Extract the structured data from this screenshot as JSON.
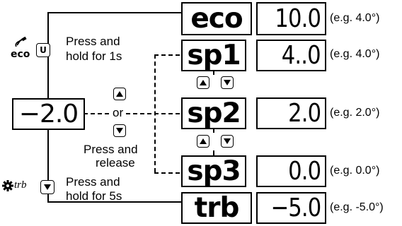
{
  "modes": [
    {
      "code": "eco",
      "value": "10.0",
      "example": "(e.g. 4.0°)"
    },
    {
      "code": "sp1",
      "value": "4..0",
      "example": "(e.g. 4.0°)"
    },
    {
      "code": "sp2",
      "value": "2.0",
      "example": "(e.g. 2.0°)"
    },
    {
      "code": "sp3",
      "value": "0.0",
      "example": "(e.g. 0.0°)"
    },
    {
      "code": "trb",
      "value": "−5.0",
      "example": "(e.g. -5.0°)"
    }
  ],
  "left_display": "−2.0",
  "eco_instruction": [
    "Press and",
    "hold for 1s"
  ],
  "or_label": "or",
  "release_instruction": [
    "Press and",
    "release"
  ],
  "trb_instruction": [
    "Press and",
    "hold for 5s"
  ],
  "trb_icon_label": "trb",
  "u_key_label": "U"
}
